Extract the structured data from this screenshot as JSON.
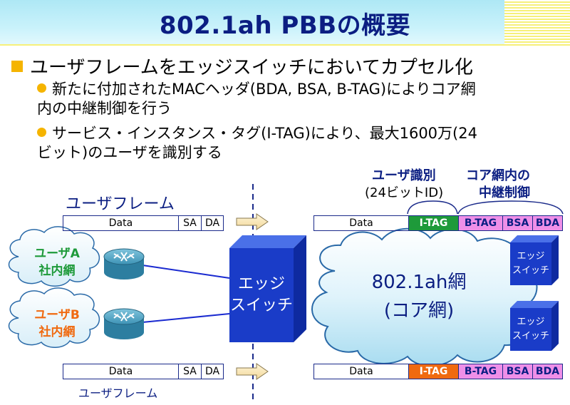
{
  "title": "802.1ah PBBの概要",
  "bullets": {
    "main": "ユーザフレームをエッジスイッチにおいてカプセル化",
    "sub1_line1": "新たに付加されたMACヘッダ(BDA, BSA, B-TAG)によりコア網",
    "sub1_line2": "内の中継制御を行う",
    "sub2_line1": "サービス・インスタンス・タグ(I-TAG)により、最大1600万(24",
    "sub2_line2": "ビット)のユーザを識別する"
  },
  "labels": {
    "user_id_line1": "ユーザ識別",
    "user_id_line2": "(24ビットID)",
    "core_relay_line1": "コア網内の",
    "core_relay_line2": "中継制御",
    "user_frame_top": "ユーザフレーム",
    "user_frame_bottom": "ユーザフレーム"
  },
  "frames": {
    "user_top": [
      "Data",
      "SA",
      "DA"
    ],
    "user_bottom": [
      "Data",
      "SA",
      "DA"
    ],
    "encap_top": [
      "Data",
      "I-TAG",
      "B-TAG",
      "BSA",
      "BDA"
    ],
    "encap_bottom": [
      "Data",
      "I-TAG",
      "B-TAG",
      "BSA",
      "BDA"
    ]
  },
  "user_a": {
    "line1": "ユーザA",
    "line2": "社内網",
    "color": "#1e9a3a"
  },
  "user_b": {
    "line1": "ユーザB",
    "line2": "社内網",
    "color": "#f06a10"
  },
  "edge_switch": {
    "line1": "エッジ",
    "line2": "スイッチ"
  },
  "core": {
    "line1": "802.1ah網",
    "line2": "(コア網)"
  },
  "remote_switch_1": {
    "line1": "エッジ",
    "line2": "スイッチ"
  },
  "remote_switch_2": {
    "line1": "エッジ",
    "line2": "スイッチ"
  },
  "colors": {
    "title": "#0b1e82",
    "bullet": "#f5b400",
    "switch": "#1a3cc8",
    "itag_top": "#1e9a3a",
    "itag_bottom": "#f06a10",
    "tag_pink": "#ef8fe8"
  },
  "icons": {
    "router": "router-icon",
    "arrow": "right-arrow-icon"
  }
}
